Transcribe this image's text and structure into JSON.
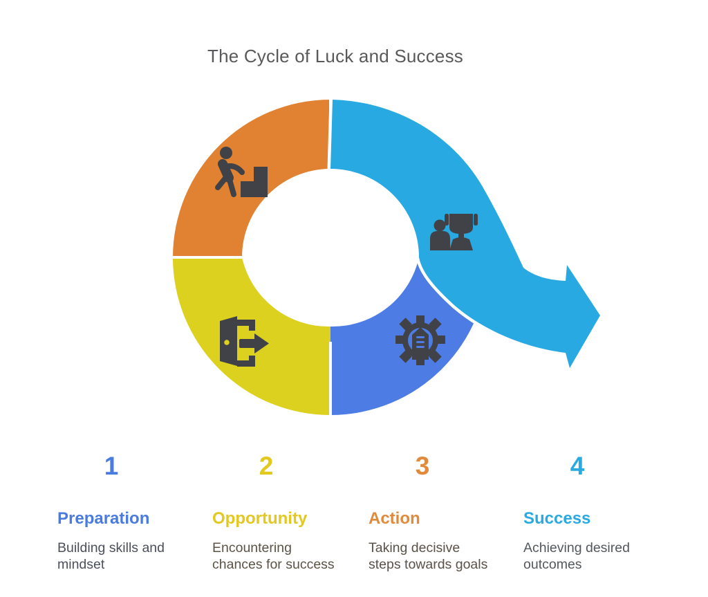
{
  "header": {
    "title": "The Cycle of Luck and Success",
    "color": "#59595B"
  },
  "diagram": {
    "type": "cycle",
    "icon_color": "#404247",
    "divider_color": "#FFFFFF",
    "segments": [
      {
        "name": "preparation",
        "position": "bottom-right",
        "color": "#4C7CE4",
        "icon": "gear-icon"
      },
      {
        "name": "opportunity",
        "position": "bottom-left",
        "color": "#DDD11F",
        "icon": "door-exit-icon"
      },
      {
        "name": "action",
        "position": "top-left",
        "color": "#E08232",
        "icon": "stairs-icon"
      },
      {
        "name": "success",
        "position": "top-right",
        "color": "#29A9E1",
        "icon": "person-trophy-icon",
        "arrow": "exits right"
      }
    ]
  },
  "steps": [
    {
      "number": "1",
      "label": "Preparation",
      "description": "Building skills and\nmindset",
      "color": "#4A7BE0",
      "description_color": "#4B4F5C"
    },
    {
      "number": "2",
      "label": "Opportunity",
      "description": "Encountering\nchances for success",
      "color": "#E3C81F",
      "description_color": "#5B5345"
    },
    {
      "number": "3",
      "label": "Action",
      "description": "Taking decisive\nsteps towards goals",
      "color": "#E08A3C",
      "description_color": "#5A5148"
    },
    {
      "number": "4",
      "label": "Success",
      "description": "Achieving desired\noutcomes",
      "color": "#29ABE2",
      "description_color": "#53585D"
    }
  ]
}
